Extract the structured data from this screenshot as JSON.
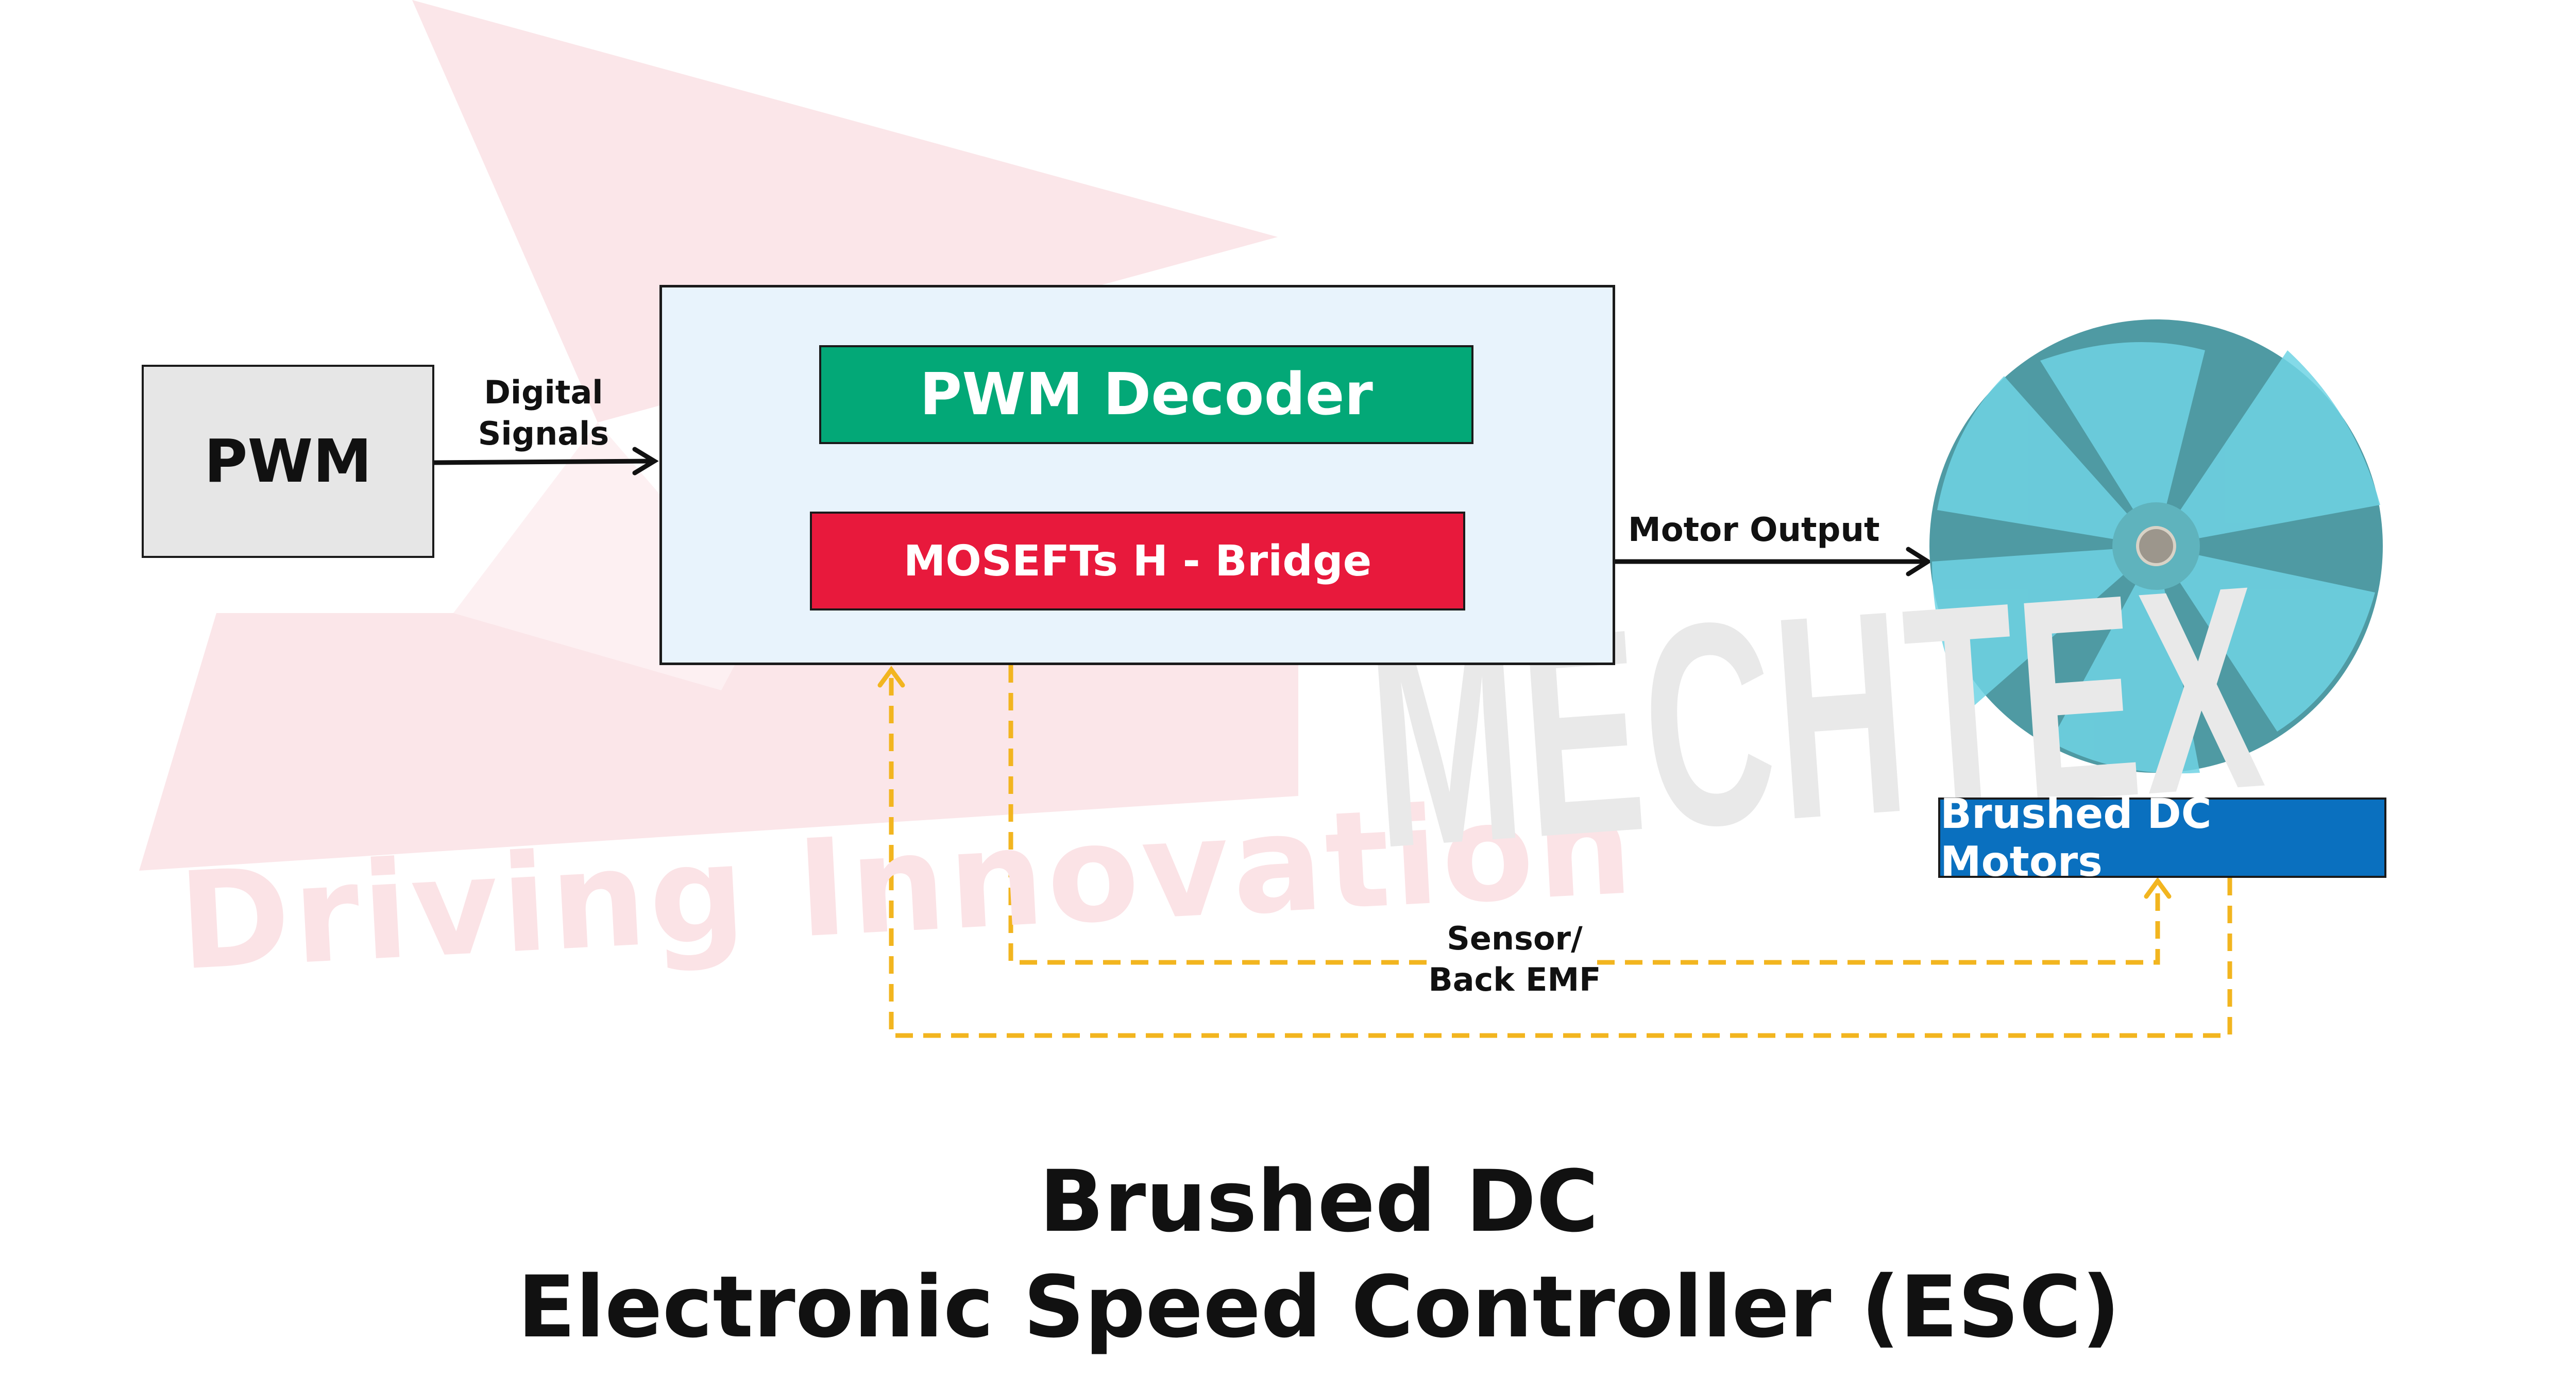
{
  "watermark": {
    "tagline": "Driving Innovation",
    "brand": "MECHTEX"
  },
  "blocks": {
    "pwm": "PWM",
    "decoder": "PWM Decoder",
    "h_bridge": "MOSEFTs H - Bridge",
    "motor": "Brushed DC Motors"
  },
  "connections": {
    "digital_signals": [
      "Digital",
      "Signals"
    ],
    "motor_output": "Motor Output",
    "feedback": [
      "Sensor/",
      "Back EMF"
    ]
  },
  "title": {
    "line1": "Brushed DC",
    "line2": "Electronic Speed Controller (ESC)"
  },
  "colors": {
    "decoder": "#03a877",
    "h_bridge": "#e8193c",
    "motor_label": "#0a70bf",
    "feedback_line": "#f2b51f",
    "controller_fill": "#e8f3fc",
    "motor_disc": "#4f9aa3",
    "motor_spokes": "#6fd3e4"
  }
}
